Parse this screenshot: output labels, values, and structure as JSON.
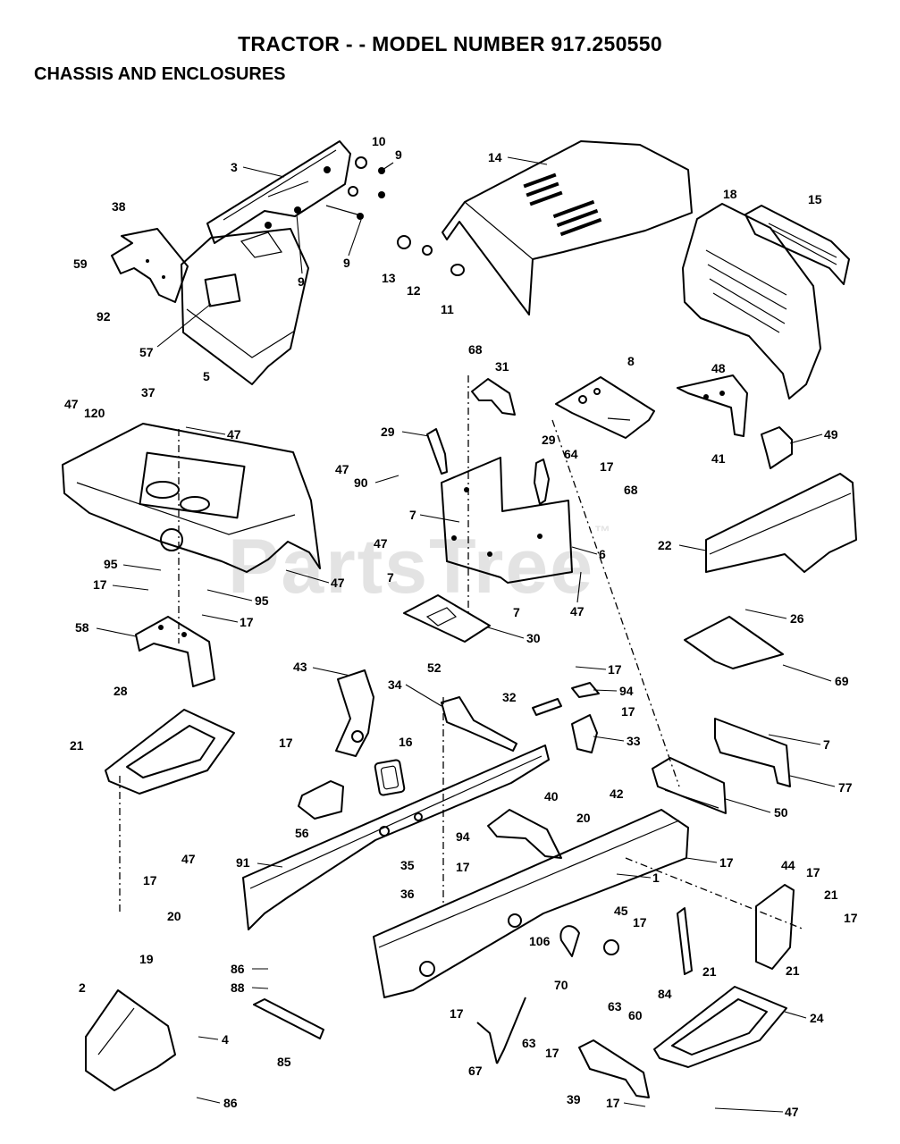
{
  "header": {
    "title": "TRACTOR - - MODEL NUMBER 917.250550",
    "subtitle": "CHASSIS AND ENCLOSURES"
  },
  "watermark": {
    "text": "PartsTree",
    "mark": "™"
  },
  "callouts": [
    {
      "id": "c-10",
      "label": "10"
    },
    {
      "id": "c-9a",
      "label": "9"
    },
    {
      "id": "c-3",
      "label": "3"
    },
    {
      "id": "c-9b",
      "label": "9"
    },
    {
      "id": "c-9c",
      "label": "9"
    },
    {
      "id": "c-38",
      "label": "38"
    },
    {
      "id": "c-59",
      "label": "59"
    },
    {
      "id": "c-92",
      "label": "92"
    },
    {
      "id": "c-57",
      "label": "57"
    },
    {
      "id": "c-5",
      "label": "5"
    },
    {
      "id": "c-14",
      "label": "14"
    },
    {
      "id": "c-13",
      "label": "13"
    },
    {
      "id": "c-12",
      "label": "12"
    },
    {
      "id": "c-11",
      "label": "11"
    },
    {
      "id": "c-18",
      "label": "18"
    },
    {
      "id": "c-15",
      "label": "15"
    },
    {
      "id": "c-68a",
      "label": "68"
    },
    {
      "id": "c-31",
      "label": "31"
    },
    {
      "id": "c-8",
      "label": "8"
    },
    {
      "id": "c-48",
      "label": "48"
    },
    {
      "id": "c-41",
      "label": "41"
    },
    {
      "id": "c-49",
      "label": "49"
    },
    {
      "id": "c-68b",
      "label": "68"
    },
    {
      "id": "c-47a",
      "label": "47"
    },
    {
      "id": "c-120",
      "label": "120"
    },
    {
      "id": "c-37",
      "label": "37"
    },
    {
      "id": "c-47b",
      "label": "47"
    },
    {
      "id": "c-29a",
      "label": "29"
    },
    {
      "id": "c-29b",
      "label": "29"
    },
    {
      "id": "c-64",
      "label": "64"
    },
    {
      "id": "c-17a",
      "label": "17"
    },
    {
      "id": "c-47c",
      "label": "47"
    },
    {
      "id": "c-90",
      "label": "90"
    },
    {
      "id": "c-7a",
      "label": "7"
    },
    {
      "id": "c-47d",
      "label": "47"
    },
    {
      "id": "c-6",
      "label": "6"
    },
    {
      "id": "c-22",
      "label": "22"
    },
    {
      "id": "c-95a",
      "label": "95"
    },
    {
      "id": "c-17b",
      "label": "17"
    },
    {
      "id": "c-47e",
      "label": "47"
    },
    {
      "id": "c-7b",
      "label": "7"
    },
    {
      "id": "c-95b",
      "label": "95"
    },
    {
      "id": "c-7c",
      "label": "7"
    },
    {
      "id": "c-47f",
      "label": "47"
    },
    {
      "id": "c-17c",
      "label": "17"
    },
    {
      "id": "c-58",
      "label": "58"
    },
    {
      "id": "c-30",
      "label": "30"
    },
    {
      "id": "c-26",
      "label": "26"
    },
    {
      "id": "c-69",
      "label": "69"
    },
    {
      "id": "c-43",
      "label": "43"
    },
    {
      "id": "c-52",
      "label": "52"
    },
    {
      "id": "c-17d",
      "label": "17"
    },
    {
      "id": "c-28",
      "label": "28"
    },
    {
      "id": "c-34",
      "label": "34"
    },
    {
      "id": "c-32",
      "label": "32"
    },
    {
      "id": "c-94a",
      "label": "94"
    },
    {
      "id": "c-17e",
      "label": "17"
    },
    {
      "id": "c-33",
      "label": "33"
    },
    {
      "id": "c-7d",
      "label": "7"
    },
    {
      "id": "c-21a",
      "label": "21"
    },
    {
      "id": "c-17f",
      "label": "17"
    },
    {
      "id": "c-16",
      "label": "16"
    },
    {
      "id": "c-77",
      "label": "77"
    },
    {
      "id": "c-40",
      "label": "40"
    },
    {
      "id": "c-42",
      "label": "42"
    },
    {
      "id": "c-50",
      "label": "50"
    },
    {
      "id": "c-56",
      "label": "56"
    },
    {
      "id": "c-20a",
      "label": "20"
    },
    {
      "id": "c-47g",
      "label": "47"
    },
    {
      "id": "c-94b",
      "label": "94"
    },
    {
      "id": "c-17g",
      "label": "17"
    },
    {
      "id": "c-91",
      "label": "91"
    },
    {
      "id": "c-35",
      "label": "35"
    },
    {
      "id": "c-17h",
      "label": "17"
    },
    {
      "id": "c-17i",
      "label": "17"
    },
    {
      "id": "c-44",
      "label": "44"
    },
    {
      "id": "c-17j",
      "label": "17"
    },
    {
      "id": "c-1",
      "label": "1"
    },
    {
      "id": "c-36",
      "label": "36"
    },
    {
      "id": "c-21b",
      "label": "21"
    },
    {
      "id": "c-17k",
      "label": "17"
    },
    {
      "id": "c-45",
      "label": "45"
    },
    {
      "id": "c-17l",
      "label": "17"
    },
    {
      "id": "c-20b",
      "label": "20"
    },
    {
      "id": "c-19",
      "label": "19"
    },
    {
      "id": "c-21c",
      "label": "21"
    },
    {
      "id": "c-21d",
      "label": "21"
    },
    {
      "id": "c-106",
      "label": "106"
    },
    {
      "id": "c-86a",
      "label": "86"
    },
    {
      "id": "c-70",
      "label": "70"
    },
    {
      "id": "c-84",
      "label": "84"
    },
    {
      "id": "c-88",
      "label": "88"
    },
    {
      "id": "c-63a",
      "label": "63"
    },
    {
      "id": "c-60",
      "label": "60"
    },
    {
      "id": "c-2",
      "label": "2"
    },
    {
      "id": "c-17m",
      "label": "17"
    },
    {
      "id": "c-24",
      "label": "24"
    },
    {
      "id": "c-63b",
      "label": "63"
    },
    {
      "id": "c-4",
      "label": "4"
    },
    {
      "id": "c-17n",
      "label": "17"
    },
    {
      "id": "c-85",
      "label": "85"
    },
    {
      "id": "c-67",
      "label": "67"
    },
    {
      "id": "c-39",
      "label": "39"
    },
    {
      "id": "c-86b",
      "label": "86"
    },
    {
      "id": "c-17o",
      "label": "17"
    },
    {
      "id": "c-47h",
      "label": "47"
    }
  ]
}
